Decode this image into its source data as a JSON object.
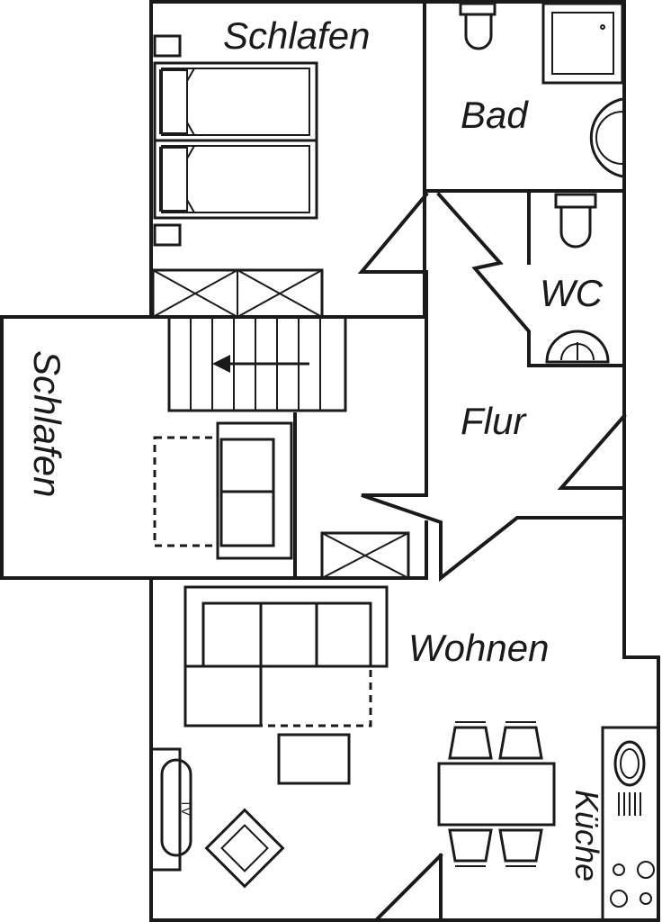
{
  "rooms": {
    "schlafen_top": "Schlafen",
    "bad": "Bad",
    "wc": "WC",
    "schlafen_left": "Schlafen",
    "flur": "Flur",
    "wohnen": "Wohnen",
    "kueche": "Küche"
  },
  "furniture": {
    "tv_label": "TV"
  },
  "colors": {
    "line": "#1a1a1a",
    "background": "#ffffff"
  }
}
